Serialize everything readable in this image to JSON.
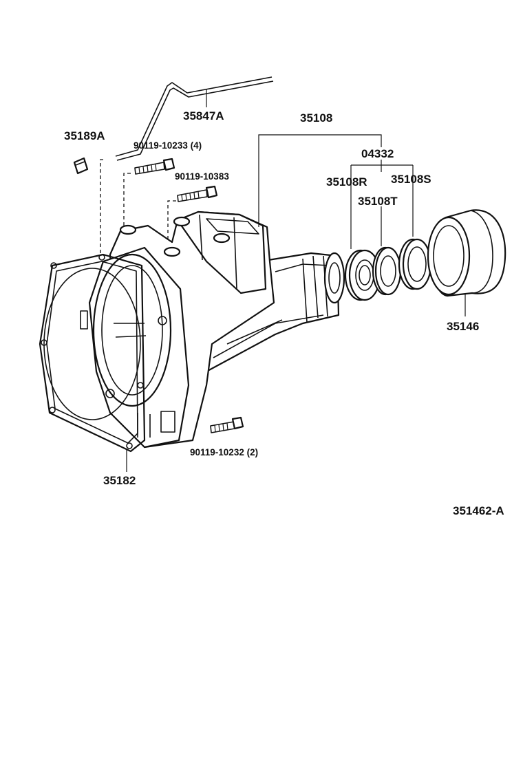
{
  "diagram": {
    "ref_code": "351462-A",
    "callouts": {
      "c35847A": "35847A",
      "c35108": "35108",
      "c35189A": "35189A",
      "c90119_10233": "90119-10233 (4)",
      "c04332": "04332",
      "c90119_10383": "90119-10383",
      "c35108R": "35108R",
      "c35108S": "35108S",
      "c35108T": "35108T",
      "c35146": "35146",
      "c90119_10232": "90119-10232 (2)",
      "c35182": "35182"
    }
  }
}
